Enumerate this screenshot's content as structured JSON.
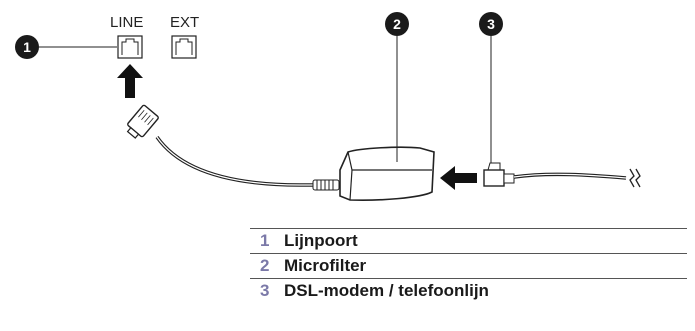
{
  "ports": {
    "line_label": "LINE",
    "ext_label": "EXT"
  },
  "callouts": [
    {
      "number": "1"
    },
    {
      "number": "2"
    },
    {
      "number": "3"
    }
  ],
  "legend": [
    {
      "number": "1",
      "label": "Lijnpoort"
    },
    {
      "number": "2",
      "label": "Microfilter"
    },
    {
      "number": "3",
      "label": "DSL-modem / telefoonlijn"
    }
  ],
  "colors": {
    "callout_fill": "#1a1a1a",
    "legend_number": "#7b79a8",
    "line": "#222222"
  }
}
